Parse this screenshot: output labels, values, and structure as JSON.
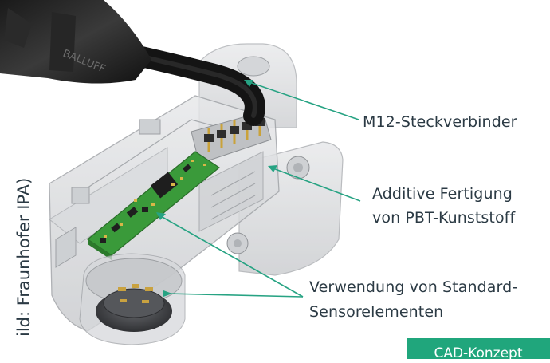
{
  "labels": {
    "connector": "M12-Steckverbinder",
    "additive_line1": "Additive Fertigung",
    "additive_line2": "von PBT-Kunststoff",
    "sensors_line1": "Verwendung von Standard-",
    "sensors_line2": "Sensorelementen"
  },
  "credit": "ild: Fraunhofer IPA)",
  "tag": "CAD-Konzept",
  "cable_brand": "BALLUFF",
  "colors": {
    "leader": "#27a383",
    "pcb": "#3a9a3a",
    "tag_bg": "#20a67c",
    "text": "#2b3a44"
  }
}
